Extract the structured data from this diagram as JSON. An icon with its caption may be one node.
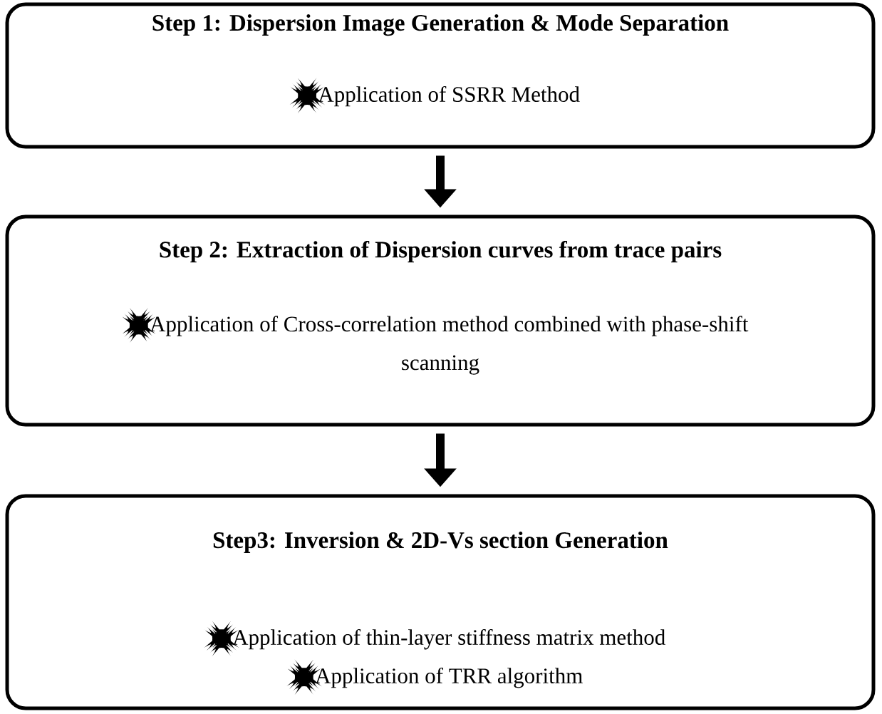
{
  "diagram": {
    "nodes": [
      {
        "text": [
          "Step 1: Dispersion Image Generation & Mode Separation",
          "Application of SSRR Method"
        ]
      },
      {
        "text": [
          "Step 2: Extraction of Dispersion curves from trace pairs",
          "Application of Cross-correlation method combined with phase-shift scanning"
        ]
      },
      {
        "text": [
          "Step3: Inversion & 2D-Vs section Generation",
          "Application of thin-layer stiffness matrix method",
          "Application of TRR algorithm"
        ]
      }
    ],
    "edges": [
      {
        "from": 0,
        "to": 1,
        "arrow": "to"
      },
      {
        "from": 1,
        "to": 2,
        "arrow": "to"
      }
    ]
  }
}
